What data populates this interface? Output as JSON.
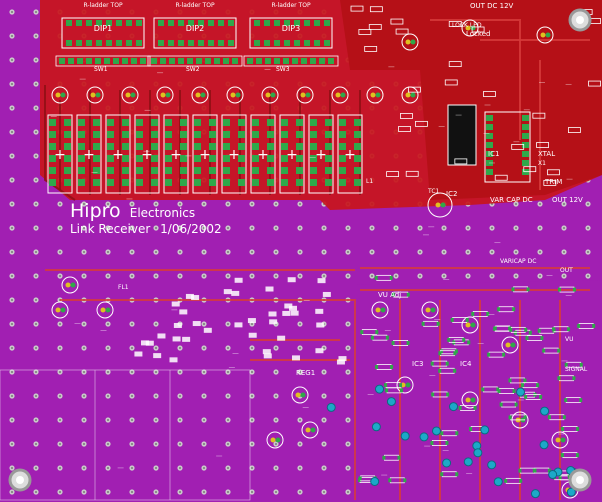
{
  "board": {
    "brand": "Hipro",
    "brand_suffix": "Electronics",
    "product": "Link Receiver",
    "date": "1/06/2002"
  },
  "colors": {
    "substrate": "#a11fb2",
    "copper_top": "#c8151c",
    "pad": "#2fa84a",
    "silk": "#ffffff",
    "via": "#c9c9c9"
  },
  "dip_switches": [
    {
      "label": "DIP1",
      "header": "R-ladder TOP",
      "bottom": "SW1"
    },
    {
      "label": "DIP2",
      "header": "R-ladder TOP",
      "bottom": "SW2"
    },
    {
      "label": "DIP3",
      "header": "R-ladder TOP",
      "bottom": "SW3"
    }
  ],
  "connector_labels": {
    "out_dc": "OUT DC 12V",
    "locked": "Locked",
    "lock_led": "LOCK LED",
    "out_12v": "OUT 12V",
    "xtal": "XTAL",
    "trim": "TRIM",
    "varcap": "VAR CAP DC",
    "varicap2": "VARICAP DC",
    "vu_adj": "VU Adj",
    "signal": "SIGNAL",
    "out": "OUT",
    "vu": "VU"
  },
  "component_labels": {
    "ic_main": "IC1",
    "ic_pll": "IC2",
    "ic_audio": "IC3",
    "ic_amp": "IC4",
    "regulator": "REG1",
    "crystal": "X1",
    "filter": "FL1",
    "coil": "L1",
    "trim_cap": "TC1"
  }
}
